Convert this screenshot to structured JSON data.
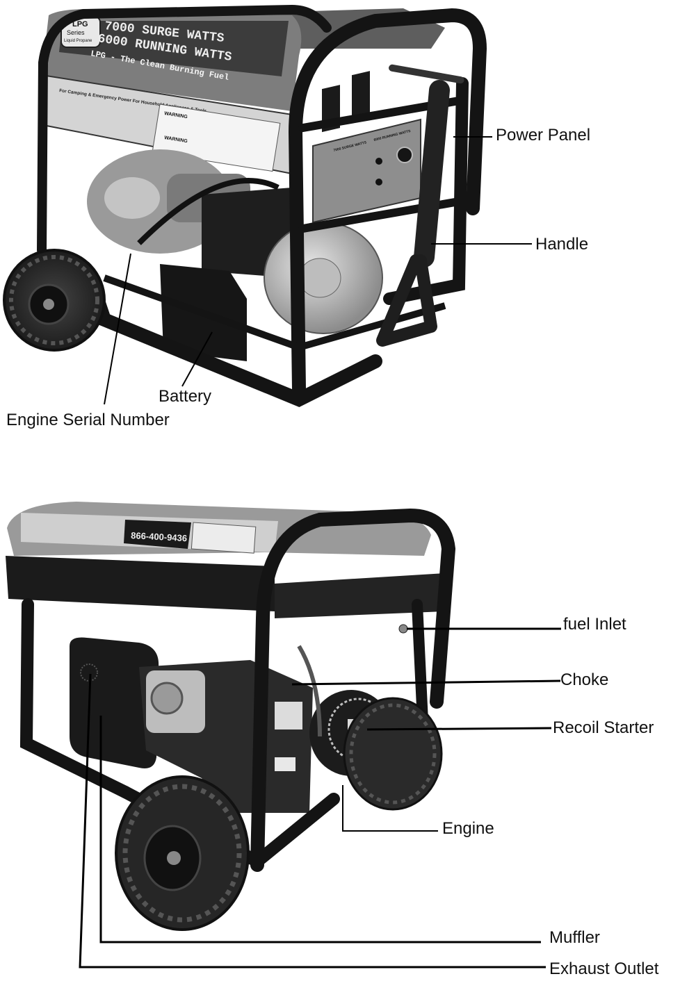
{
  "figure1": {
    "decal": {
      "badge_line1": "LPG",
      "badge_line2": "Series",
      "badge_line3": "Liquid Propane",
      "line1": "7000 SURGE WATTS",
      "line2": "6000 RUNNING WATTS",
      "line3": "LPG - The Clean Burning Fuel"
    },
    "side_decal_title": "For Camping & Emergency Power For Household Appliances & Tools",
    "warning_1": "WARNING",
    "warning_2": "WARNING",
    "panel_label_1": "7000 SURGE WATTS",
    "panel_label_2": "6000 RUNNING WATTS",
    "labels": {
      "power_panel": "Power Panel",
      "handle": "Handle",
      "battery": "Battery",
      "engine_serial_number": "Engine Serial Number"
    }
  },
  "figure2": {
    "decal_phone": "866-400-9436",
    "labels": {
      "fuel_inlet": "fuel  Inlet",
      "choke": "Choke",
      "recoil_starter": "Recoil Starter",
      "engine": "Engine",
      "muffler": "Muffler",
      "exhaust_outlet": "Exhaust Outlet"
    }
  },
  "colors": {
    "frame": "#141414",
    "hood": "#8a8a8a",
    "hood_dark": "#5a5a5a",
    "engine": "#b5b5b5",
    "tire": "#262626",
    "leader": "#000000"
  }
}
